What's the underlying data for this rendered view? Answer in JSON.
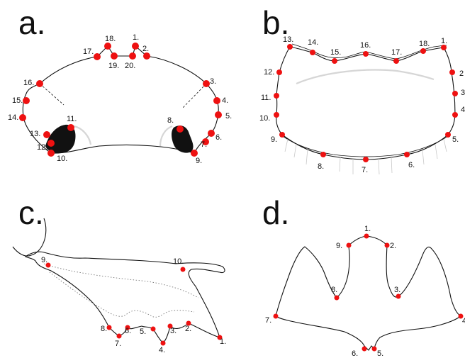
{
  "panels": {
    "a": {
      "letter": "a.",
      "labels": [
        "1.",
        "2.",
        "3.",
        "4.",
        "5.",
        "6.",
        "7.",
        "8.",
        "9.",
        "10.",
        "11.",
        "12.",
        "13.",
        "14.",
        "15.",
        "16.",
        "17.",
        "18.",
        "19.",
        "20."
      ]
    },
    "b": {
      "letter": "b.",
      "labels": [
        "1.",
        "2",
        "3",
        "4",
        "5.",
        "6.",
        "7.",
        "8.",
        "9.",
        "10.",
        "11.",
        "12.",
        "13.",
        "14.",
        "15.",
        "16.",
        "17.",
        "18."
      ]
    },
    "c": {
      "letter": "c.",
      "labels": [
        "1.",
        "2.",
        "3.",
        "4.",
        "5.",
        "6.",
        "7.",
        "8.",
        "9.",
        "10."
      ]
    },
    "d": {
      "letter": "d.",
      "labels": [
        "1.",
        "2.",
        "3.",
        "4",
        "5.",
        "6.",
        "7.",
        "8.",
        "9."
      ]
    }
  },
  "colors": {
    "landmark": "#ee1111",
    "outline": "#111111"
  }
}
